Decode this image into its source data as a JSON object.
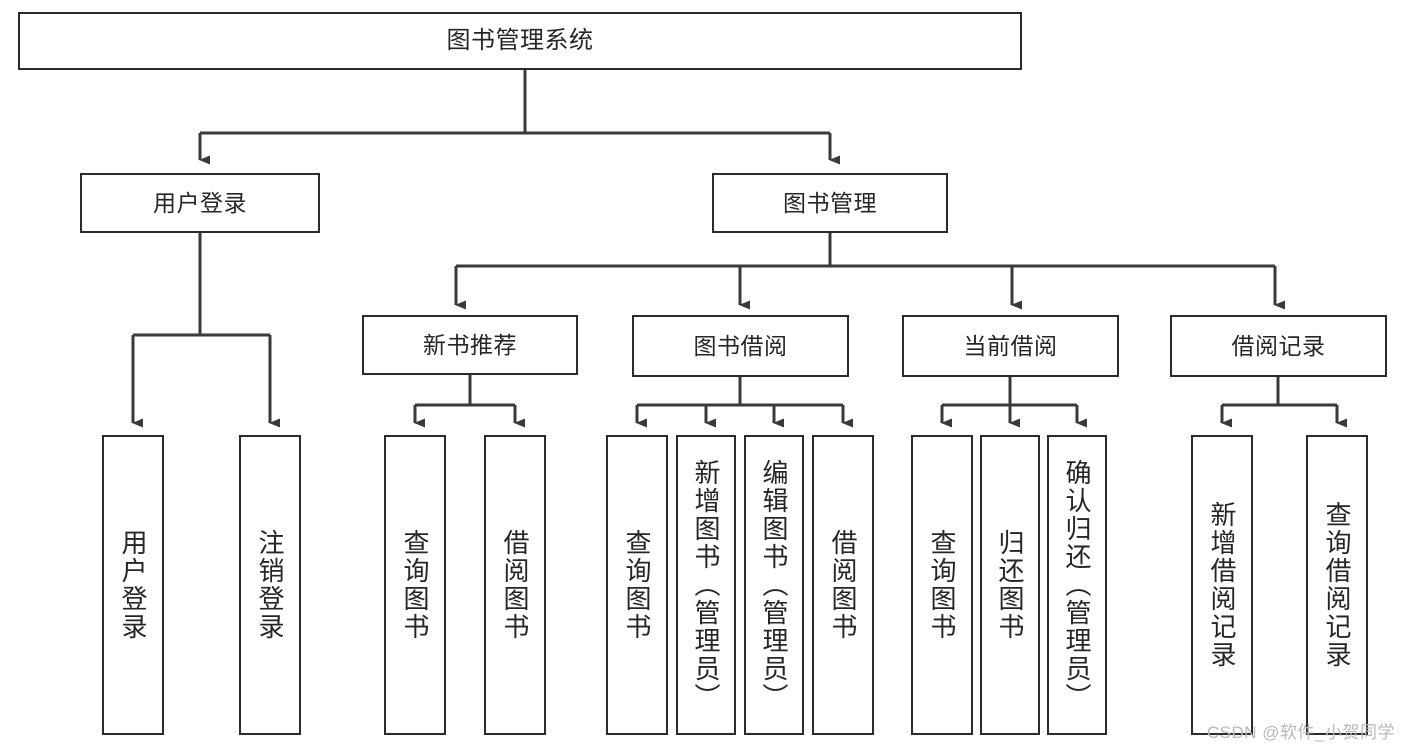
{
  "diagram": {
    "type": "tree-hierarchy-chart",
    "title": "图书管理系统",
    "colors": {
      "box_border": "#2b2b2b",
      "box_fill": "#ffffff",
      "connector": "#3a3a3a",
      "text": "#262626",
      "watermark": "#b9b9b9",
      "background": "#ffffff"
    },
    "root": {
      "label": "图书管理系统"
    },
    "level2": [
      {
        "label": "用户登录"
      },
      {
        "label": "图书管理"
      }
    ],
    "level3": [
      {
        "label": "新书推荐"
      },
      {
        "label": "图书借阅"
      },
      {
        "label": "当前借阅"
      },
      {
        "label": "借阅记录"
      }
    ],
    "leaves": {
      "user_login": [
        {
          "label": "用户登录"
        },
        {
          "label": "注销登录"
        }
      ],
      "new_book_recommend": [
        {
          "label": "查询图书"
        },
        {
          "label": "借阅图书"
        }
      ],
      "book_borrow": [
        {
          "label": "查询图书"
        },
        {
          "label": "新增图书（管理员）"
        },
        {
          "label": "编辑图书（管理员）"
        },
        {
          "label": "借阅图书"
        }
      ],
      "current_borrow": [
        {
          "label": "查询图书"
        },
        {
          "label": "归还图书"
        },
        {
          "label": "确认归还（管理员）"
        }
      ],
      "borrow_records": [
        {
          "label": "新增借阅记录"
        },
        {
          "label": "查询借阅记录"
        }
      ]
    }
  },
  "watermark": {
    "text": "CSDN @软件_小贺同学"
  }
}
